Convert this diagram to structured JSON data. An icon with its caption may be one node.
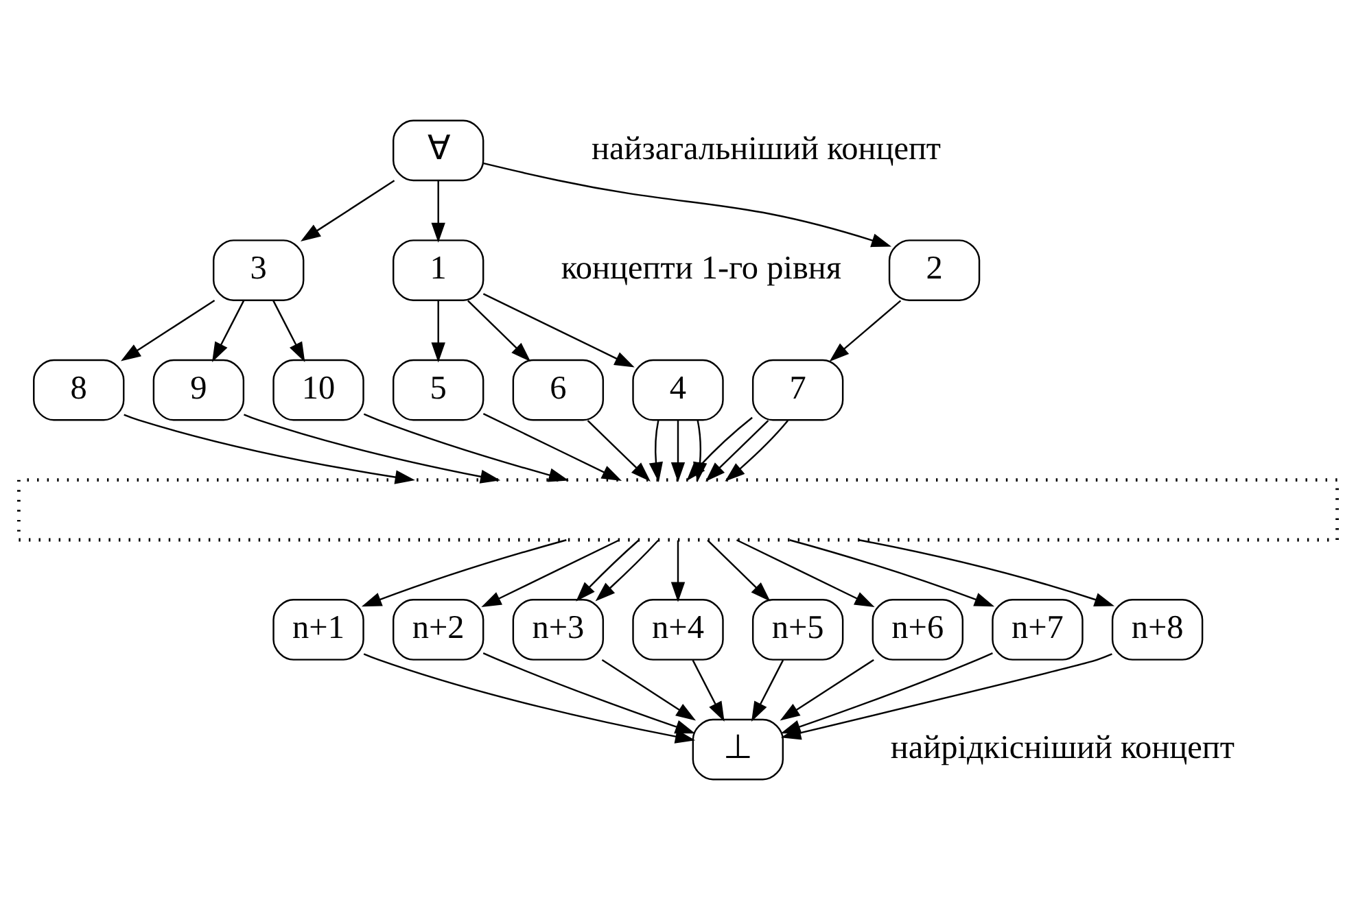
{
  "diagram": {
    "nodes": [
      {
        "text": [
          "∀"
        ],
        "beside": [
          "найзагальніший концепт"
        ]
      },
      {
        "text": [
          "1"
        ]
      },
      {
        "text": [
          "2"
        ]
      },
      {
        "text": [
          "3"
        ]
      },
      {
        "text": [
          "4"
        ]
      },
      {
        "text": [
          "5"
        ]
      },
      {
        "text": [
          "6"
        ]
      },
      {
        "text": [
          "7"
        ]
      },
      {
        "text": [
          "8"
        ]
      },
      {
        "text": [
          "9"
        ]
      },
      {
        "text": [
          "10"
        ]
      },
      {
        "text": [],
        "shape": "band"
      },
      {
        "text": [
          "n+1"
        ]
      },
      {
        "text": [
          "n+2"
        ]
      },
      {
        "text": [
          "n+3"
        ]
      },
      {
        "text": [
          "n+4"
        ]
      },
      {
        "text": [
          "n+5"
        ]
      },
      {
        "text": [
          "n+6"
        ]
      },
      {
        "text": [
          "n+7"
        ]
      },
      {
        "text": [
          "n+8"
        ]
      },
      {
        "text": [
          "⊥"
        ],
        "beside": [
          "найрідкісніший концепт"
        ]
      }
    ],
    "edges": [
      {
        "from": 0,
        "to": 1,
        "arrow": "to"
      },
      {
        "from": 0,
        "to": 2,
        "arrow": "to"
      },
      {
        "from": 0,
        "to": 3,
        "arrow": "to"
      },
      {
        "from": 1,
        "to": 4,
        "arrow": "to"
      },
      {
        "from": 1,
        "to": 5,
        "arrow": "to"
      },
      {
        "from": 1,
        "to": 6,
        "arrow": "to"
      },
      {
        "from": 2,
        "to": 7,
        "arrow": "to"
      },
      {
        "from": 3,
        "to": 8,
        "arrow": "to"
      },
      {
        "from": 3,
        "to": 9,
        "arrow": "to"
      },
      {
        "from": 3,
        "to": 10,
        "arrow": "to"
      },
      {
        "from": 4,
        "to": 11,
        "arrow": "to"
      },
      {
        "from": 4,
        "to": 11,
        "arrow": "to"
      },
      {
        "from": 4,
        "to": 11,
        "arrow": "to"
      },
      {
        "from": 5,
        "to": 11,
        "arrow": "to"
      },
      {
        "from": 6,
        "to": 11,
        "arrow": "to"
      },
      {
        "from": 7,
        "to": 11,
        "arrow": "to"
      },
      {
        "from": 7,
        "to": 11,
        "arrow": "to"
      },
      {
        "from": 7,
        "to": 11,
        "arrow": "to"
      },
      {
        "from": 8,
        "to": 11,
        "arrow": "to"
      },
      {
        "from": 9,
        "to": 11,
        "arrow": "to"
      },
      {
        "from": 10,
        "to": 11,
        "arrow": "to"
      },
      {
        "from": 11,
        "to": 12,
        "arrow": "to"
      },
      {
        "from": 11,
        "to": 13,
        "arrow": "to"
      },
      {
        "from": 11,
        "to": 14,
        "arrow": "to"
      },
      {
        "from": 11,
        "to": 14,
        "arrow": "to"
      },
      {
        "from": 11,
        "to": 15,
        "arrow": "to"
      },
      {
        "from": 11,
        "to": 16,
        "arrow": "to"
      },
      {
        "from": 11,
        "to": 17,
        "arrow": "to"
      },
      {
        "from": 11,
        "to": 18,
        "arrow": "to"
      },
      {
        "from": 11,
        "to": 19,
        "arrow": "to"
      },
      {
        "from": 12,
        "to": 20,
        "arrow": "to"
      },
      {
        "from": 13,
        "to": 20,
        "arrow": "to"
      },
      {
        "from": 14,
        "to": 20,
        "arrow": "to"
      },
      {
        "from": 15,
        "to": 20,
        "arrow": "to"
      },
      {
        "from": 16,
        "to": 20,
        "arrow": "to"
      },
      {
        "from": 17,
        "to": 20,
        "arrow": "to"
      },
      {
        "from": 18,
        "to": 20,
        "arrow": "to"
      },
      {
        "from": 19,
        "to": 20,
        "arrow": "to"
      }
    ],
    "labels": [
      "концепти 1-го рівня"
    ]
  }
}
